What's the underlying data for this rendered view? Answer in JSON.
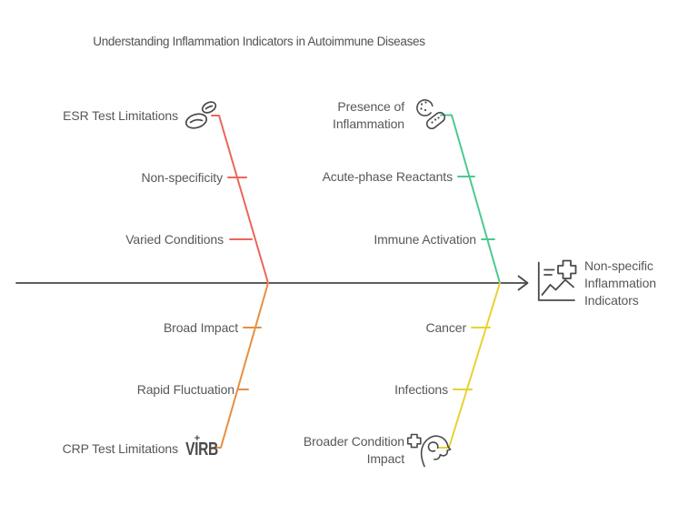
{
  "title": "Understanding Inflammation Indicators in Autoimmune Diseases",
  "colors": {
    "spine": "#474747",
    "icon": "#4a4a4a"
  },
  "effect": {
    "label": "Non-specific Inflammation Indicators",
    "icon": "medical-chart-icon"
  },
  "branches": {
    "esr": {
      "label": "ESR Test Limitations",
      "icon": "blood-cells-icon",
      "color": "#ec655c",
      "items": [
        "Non-specificity",
        "Varied Conditions"
      ]
    },
    "inflammation": {
      "label": "Presence of Inflammation",
      "icon": "germs-icon",
      "color": "#4ec98f",
      "items": [
        "Acute-phase Reactants",
        "Immune Activation"
      ]
    },
    "crp": {
      "label": "CRP Test Limitations",
      "icon": "virb-glyph-icon",
      "color": "#e78f42",
      "items": [
        "Broad Impact",
        "Rapid Fluctuation"
      ]
    },
    "broader": {
      "label": "Broader Condition Impact",
      "icon": "patient-head-icon",
      "color": "#e7d232",
      "items": [
        "Cancer",
        "Infections"
      ]
    }
  },
  "icons": {
    "virb_text": "VIRB",
    "virb_plus": "+"
  }
}
